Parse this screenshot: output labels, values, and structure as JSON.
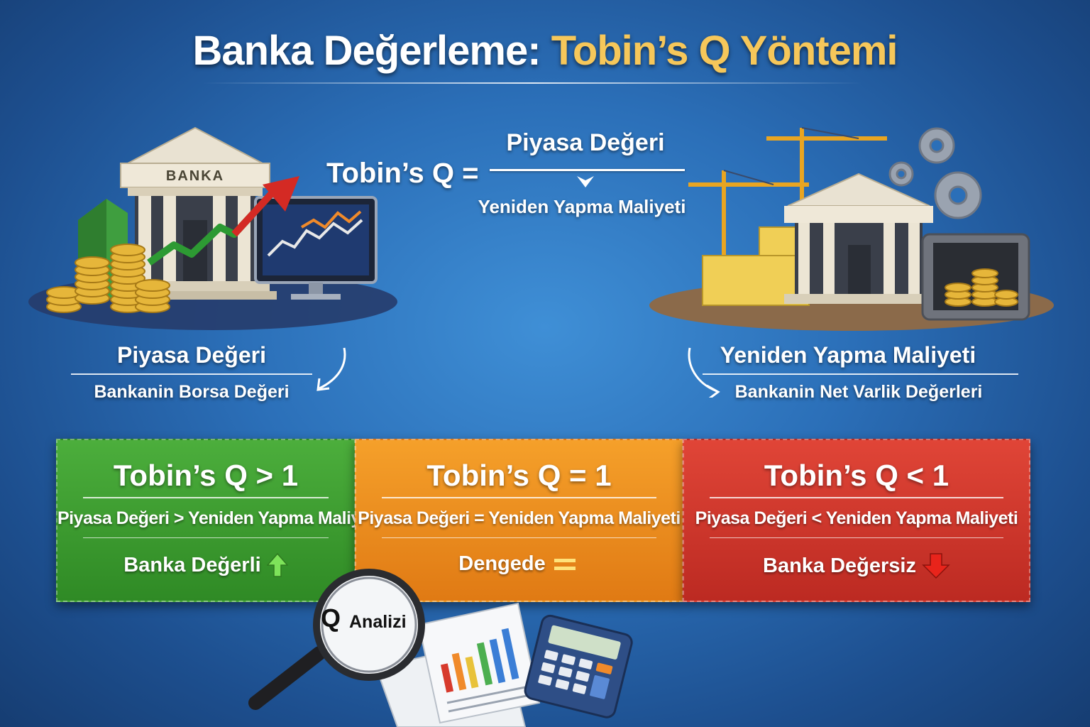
{
  "title": {
    "part1": "Banka Değerleme:",
    "part2": "Tobin’s Q Yöntemi"
  },
  "formula": {
    "lhs": "Tobin’s Q =",
    "numerator": "Piyasa Değeri",
    "denominator": "Yeniden Yapma Maliyeti"
  },
  "left_caption": {
    "title": "Piyasa Değeri",
    "subtitle": "Bankanin Borsa Değeri"
  },
  "right_caption": {
    "title": "Yeniden Yapma Maliyeti",
    "subtitle": "Bankanin Net Varlik Değerleri"
  },
  "left_illustration": {
    "bank_sign": "BANKA"
  },
  "panels": [
    {
      "heading": "Tobin’s Q > 1",
      "condition": "Piyasa Değeri > Yeniden Yapma Maliyeti",
      "verdict": "Banka Değerli",
      "icon": "up-arrow-icon",
      "color": "#3f9e31"
    },
    {
      "heading": "Tobin’s Q = 1",
      "condition": "Piyasa Değeri = Yeniden Yapma Maliyeti",
      "verdict": "Dengede",
      "icon": "equals-icon",
      "color": "#ee8c1e"
    },
    {
      "heading": "Tobin’s Q < 1",
      "condition": "Piyasa Değeri < Yeniden Yapma Maliyeti",
      "verdict": "Banka Değersiz",
      "icon": "down-arrow-icon",
      "color": "#d2392d"
    }
  ],
  "magnifier": {
    "letter": "Q",
    "label": "Analizi"
  }
}
